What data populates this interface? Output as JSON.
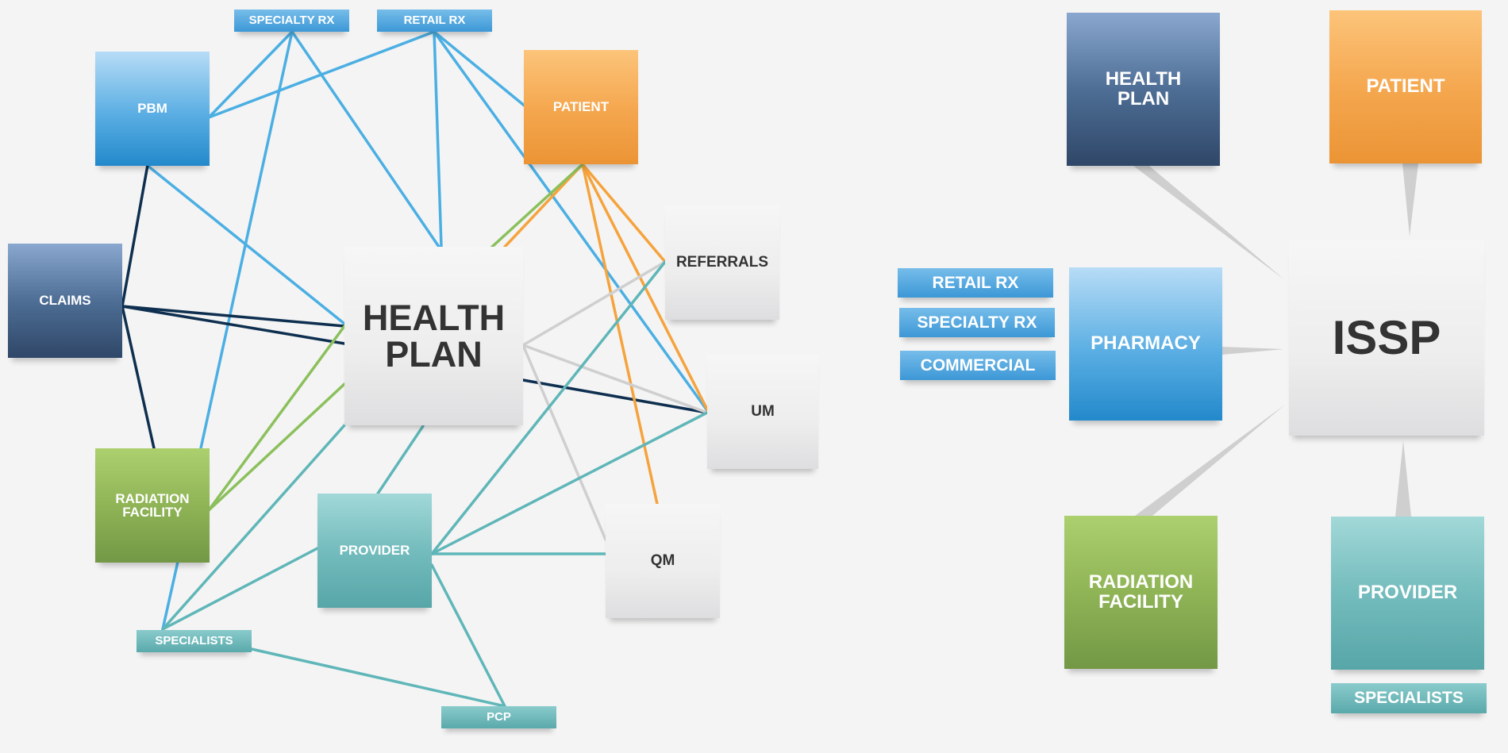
{
  "colors": {
    "blue": "#4bafe3",
    "navy": "#0e2f4f",
    "orange": "#f5a33d",
    "green": "#8bc05c",
    "teal": "#5fb6b8",
    "gray": "#cfcfcf",
    "background": "#f4f4f4"
  },
  "left": {
    "health_plan_line1": "HEALTH",
    "health_plan_line2": "PLAN",
    "pbm": "PBM",
    "claims": "CLAIMS",
    "radiation_line1": "RADIATION",
    "radiation_line2": "FACILITY",
    "provider": "PROVIDER",
    "patient": "PATIENT",
    "referrals": "REFERRALS",
    "um": "UM",
    "qm": "QM",
    "specialty_rx": "SPECIALTY RX",
    "retail_rx": "RETAIL RX",
    "specialists": "SPECIALISTS",
    "pcp": "PCP"
  },
  "right": {
    "issp": "ISSP",
    "health_plan_line1": "HEALTH",
    "health_plan_line2": "PLAN",
    "patient": "PATIENT",
    "pharmacy": "PHARMACY",
    "retail_rx": "RETAIL RX",
    "specialty_rx": "SPECIALTY RX",
    "commercial": "COMMERCIAL",
    "radiation_line1": "RADIATION",
    "radiation_line2": "FACILITY",
    "provider": "PROVIDER",
    "specialists": "SPECIALISTS"
  }
}
